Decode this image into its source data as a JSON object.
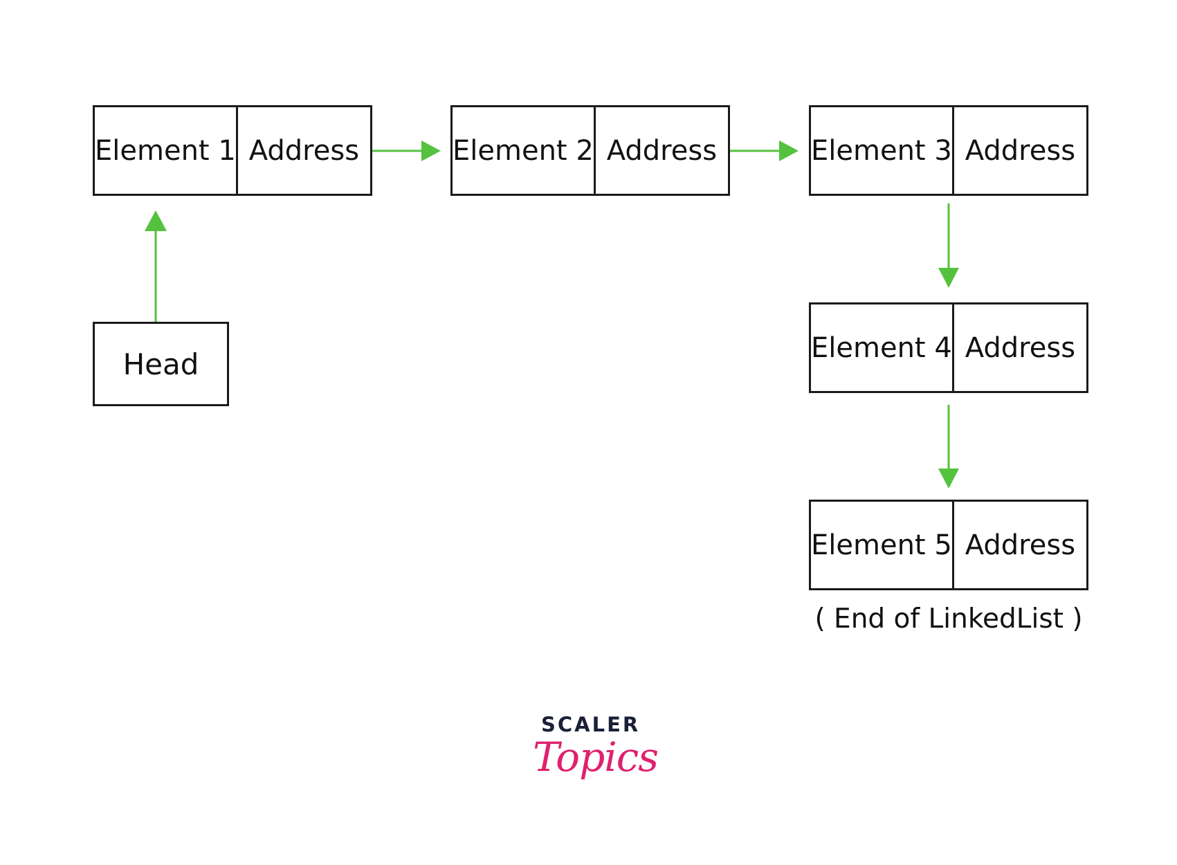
{
  "nodes": [
    {
      "element": "Element 1",
      "pointer": "Address"
    },
    {
      "element": "Element 2",
      "pointer": "Address"
    },
    {
      "element": "Element 3",
      "pointer": "Address"
    },
    {
      "element": "Element 4",
      "pointer": "Address"
    },
    {
      "element": "Element 5",
      "pointer": "Address"
    }
  ],
  "head": {
    "label": "Head"
  },
  "end_caption": "( End of LinkedList )",
  "logo": {
    "top_text": "SCALER",
    "bottom_text": "Topics"
  },
  "colors": {
    "arrow": "#54c23f",
    "border": "#1a1a1a",
    "logo_dark": "#1b2036",
    "logo_pink": "#e0206e"
  }
}
